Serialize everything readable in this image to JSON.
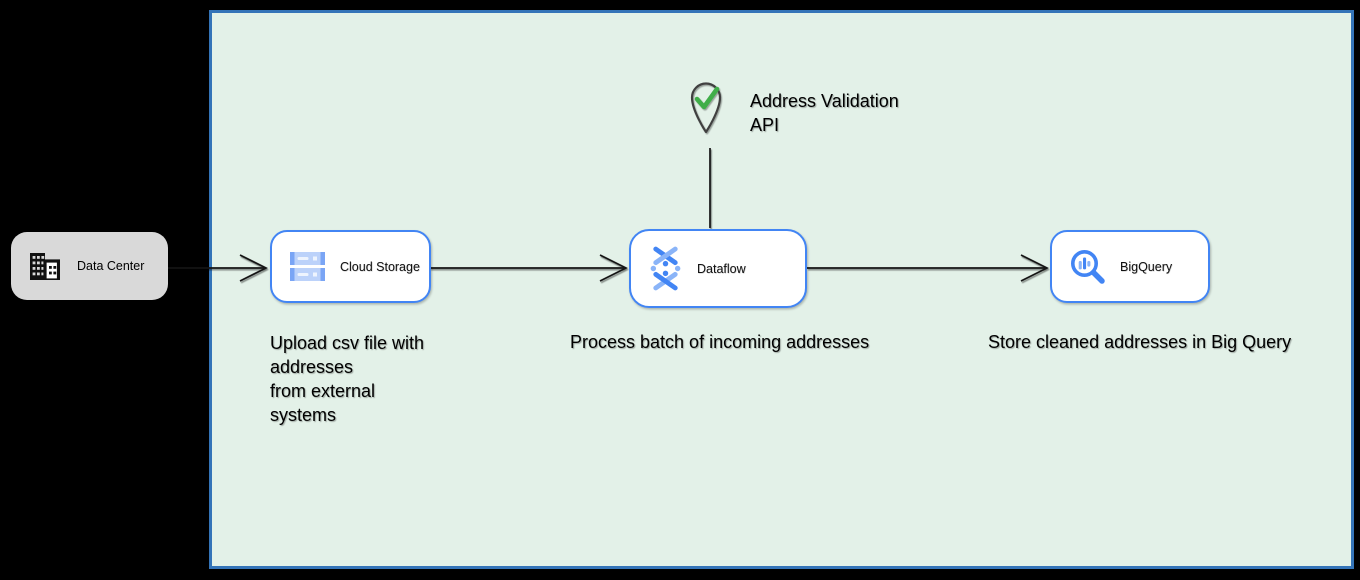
{
  "diagram": {
    "background_color": "#000000",
    "panel": {
      "fill": "#e3f1e8",
      "border_color": "#3474b8"
    },
    "accent_color": "#4285f4",
    "data_center": {
      "label": "Data Center",
      "fill": "#d9d9d9",
      "icon": "building-icon"
    },
    "nodes": {
      "cloud_storage": {
        "label": "Cloud Storage",
        "icon": "cloud-storage-icon",
        "caption": "Upload csv file with\naddresses\nfrom external\nsystems"
      },
      "dataflow": {
        "label": "Dataflow",
        "icon": "dataflow-icon",
        "caption": "Process batch of incoming addresses"
      },
      "bigquery": {
        "label": "BigQuery",
        "icon": "bigquery-icon",
        "caption": "Store cleaned addresses in Big Query"
      }
    },
    "api_marker": {
      "label": "Address Validation\nAPI",
      "icon": "map-pin-check-icon",
      "pin_color": "#404040",
      "check_color": "#3fae49"
    },
    "connectors": {
      "color": "#141414",
      "edges": [
        "data-center to cloud-storage",
        "cloud-storage to dataflow",
        "dataflow to bigquery",
        "address-validation-api to dataflow"
      ]
    }
  }
}
